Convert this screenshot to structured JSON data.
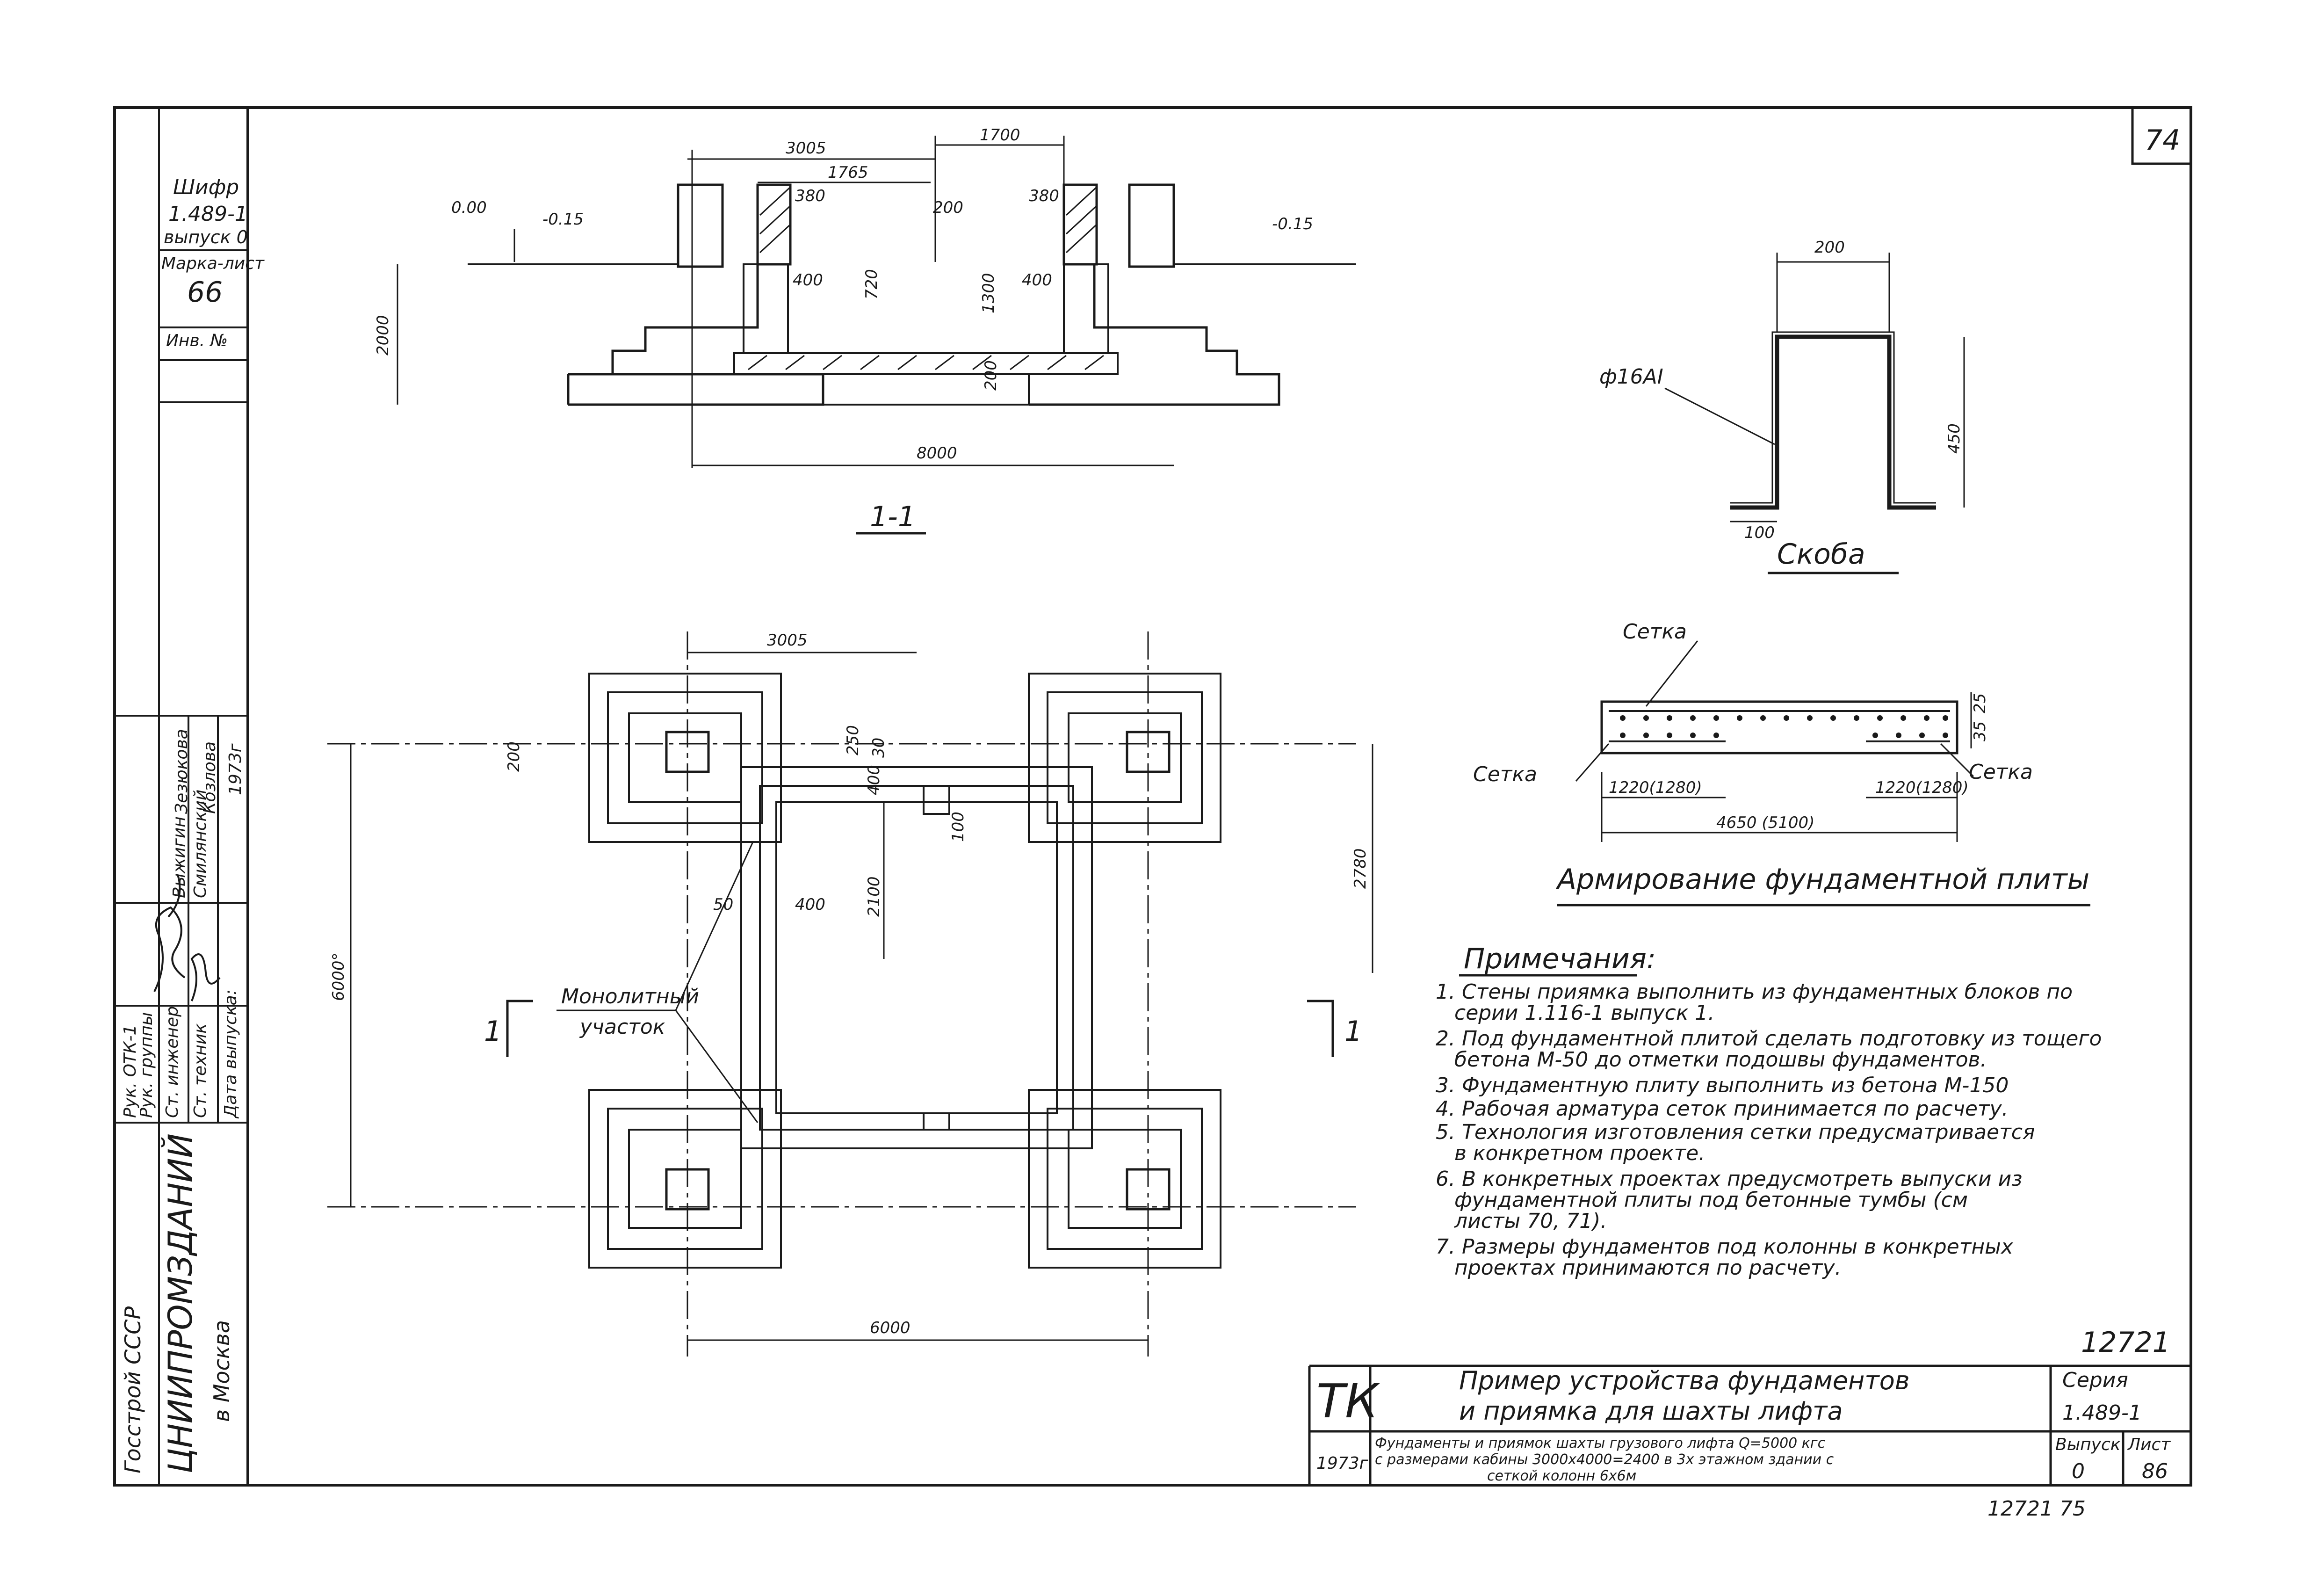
{
  "sheet_number": "74",
  "left_panel": {
    "cipher_label": "Шифр",
    "series_code": "1.489-1",
    "issue": "выпуск 0",
    "mark_label": "Марка-лист",
    "mark_value": "66",
    "inv_label": "Инв. №",
    "org_line1": "Госстрой СССР",
    "org_name": "ЦНИИПРОМЗДАНИЙ",
    "city": "в Москва",
    "staff": [
      {
        "role": "Рук. ОТК-1",
        "name": "Выжигин"
      },
      {
        "role": "Рук. группы",
        "name": "Смилянский"
      },
      {
        "role": "Ст. инженер",
        "name": "Зезюкова"
      },
      {
        "role": "Ст. техник",
        "name": "Козлова"
      },
      {
        "role": "Дата выпуска:",
        "name": "1973г"
      }
    ]
  },
  "section": {
    "title": "1-1",
    "dims": {
      "top_a": "3005",
      "top_b": "1700",
      "top_c": "1765",
      "d380a": "380",
      "d380b": "380",
      "d200": "200",
      "d720": "720",
      "d1300": "1300",
      "d400a": "400",
      "d400b": "400",
      "d200b": "200",
      "height": "2000",
      "width": "8000"
    },
    "levels": {
      "zero": "0.00",
      "left": "-0.15",
      "right": "-0.15"
    }
  },
  "plan": {
    "dims": {
      "top": "3005",
      "d200": "200",
      "d250": "250",
      "d30": "30",
      "d400": "400",
      "d100": "100",
      "d2100": "2100",
      "d50": "50",
      "d400b": "400",
      "right": "2780",
      "left": "6000°",
      "bottom": "6000"
    },
    "label_line1": "Монолитный",
    "label_line2": "участок",
    "cut_left": "1",
    "cut_right": "1"
  },
  "stair": {
    "title": "Скоба",
    "bar": "ф16АI",
    "d200": "200",
    "d450": "450",
    "d100": "100"
  },
  "slab": {
    "title": "Армирование фундаментной плиты",
    "label_top": "Сетка",
    "label_left": "Сетка",
    "label_right": "Сетка",
    "d25": "25",
    "d35": "35",
    "span_left": "1220(1280)",
    "span_right": "1220(1280)",
    "total": "4650 (5100)"
  },
  "notes": {
    "title": "Примечания:",
    "lines": [
      "1. Стены приямка выполнить из фундаментных блоков по",
      "серии 1.116-1 выпуск 1.",
      "2. Под фундаментной плитой сделать подготовку из тощего",
      "бетона М-50 до отметки подошвы фундаментов.",
      "3. Фундаментную плиту выполнить из бетона М-150",
      "4. Рабочая арматура сеток принимается по расчету.",
      "5. Технология изготовления сетки предусматривается",
      "в конкретном проекте.",
      "6. В конкретных проектах предусмотреть выпуски из",
      "фундаментной плиты под бетонные тумбы (см",
      "листы 70, 71).",
      "7. Размеры фундаментов под колонны в конкретных",
      "проектах принимаются по расчету."
    ]
  },
  "title_block": {
    "code_top": "12721",
    "tk": "ТК",
    "year": "1973г",
    "title_line1": "Пример устройства фундаментов",
    "title_line2": "и приямка для шахты лифта",
    "sub_line1": "Фундаменты и приямок шахты грузового лифта Q=5000 кгс",
    "sub_line2": "с размерами кабины 3000х4000=2400 в 3х этажном здании с",
    "sub_line3": "сеткой колонн 6х6м",
    "series_label": "Серия",
    "series_value": "1.489-1",
    "issue_label": "Выпуск",
    "issue_value": "0",
    "sheet_label": "Лист",
    "sheet_value": "86",
    "footer_code": "12721 75"
  }
}
